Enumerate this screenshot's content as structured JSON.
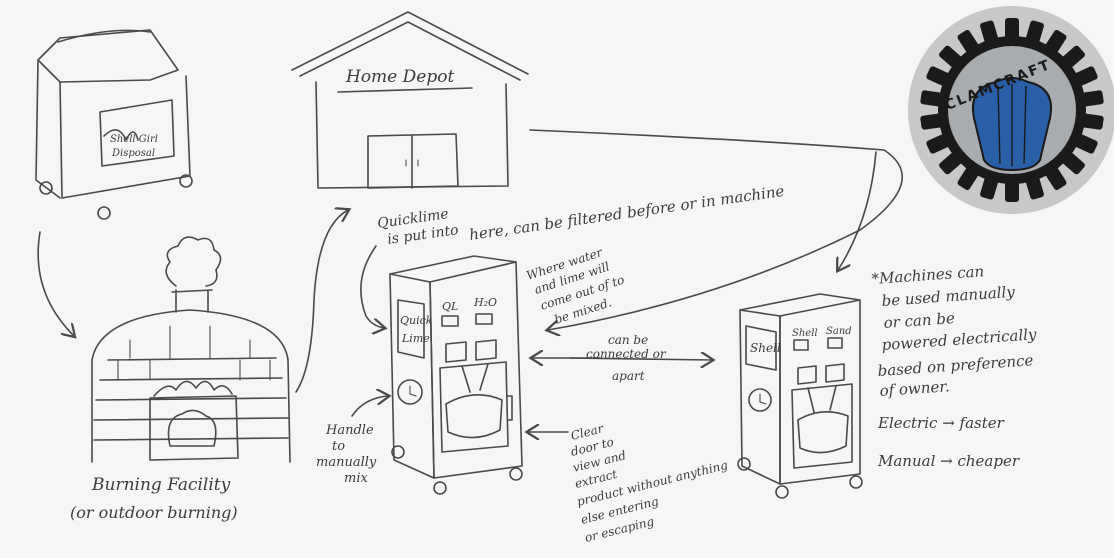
{
  "logo": {
    "text": "CLAMCRAFT",
    "shell_color": "#2a5fa8",
    "ring_color": "#c8c8c8"
  },
  "labels": {
    "home_depot": "Home Depot",
    "bin": [
      "Shell Girl",
      "Disposal"
    ],
    "burning": "Burning Facility",
    "burning_sub": "(or outdoor burning)",
    "quicklime_note": [
      "Quicklime",
      "is put into",
      "here, can be filtered before or in machine"
    ],
    "water_note": [
      "Where water",
      "and lime will",
      "come out of to",
      "be mixed."
    ],
    "connected": [
      "can be",
      "connected or",
      "apart"
    ],
    "handle": [
      "Handle",
      "to",
      "manually",
      "mix"
    ],
    "door": [
      "Clear",
      "door to",
      "view and",
      "extract",
      "product without anything",
      "else entering",
      "or escaping"
    ],
    "machine1": {
      "window": [
        "Quick",
        "Lime"
      ],
      "ql": "QL",
      "h2o": "H₂O"
    },
    "machine2": {
      "window": "Shell",
      "shell": "Shell",
      "sand": "Sand"
    },
    "notes": [
      "*Machines can",
      "be used manually",
      "or can be",
      "powered electrically",
      "based on preference",
      "of owner.",
      "Electric → faster",
      "Manual → cheaper"
    ]
  }
}
